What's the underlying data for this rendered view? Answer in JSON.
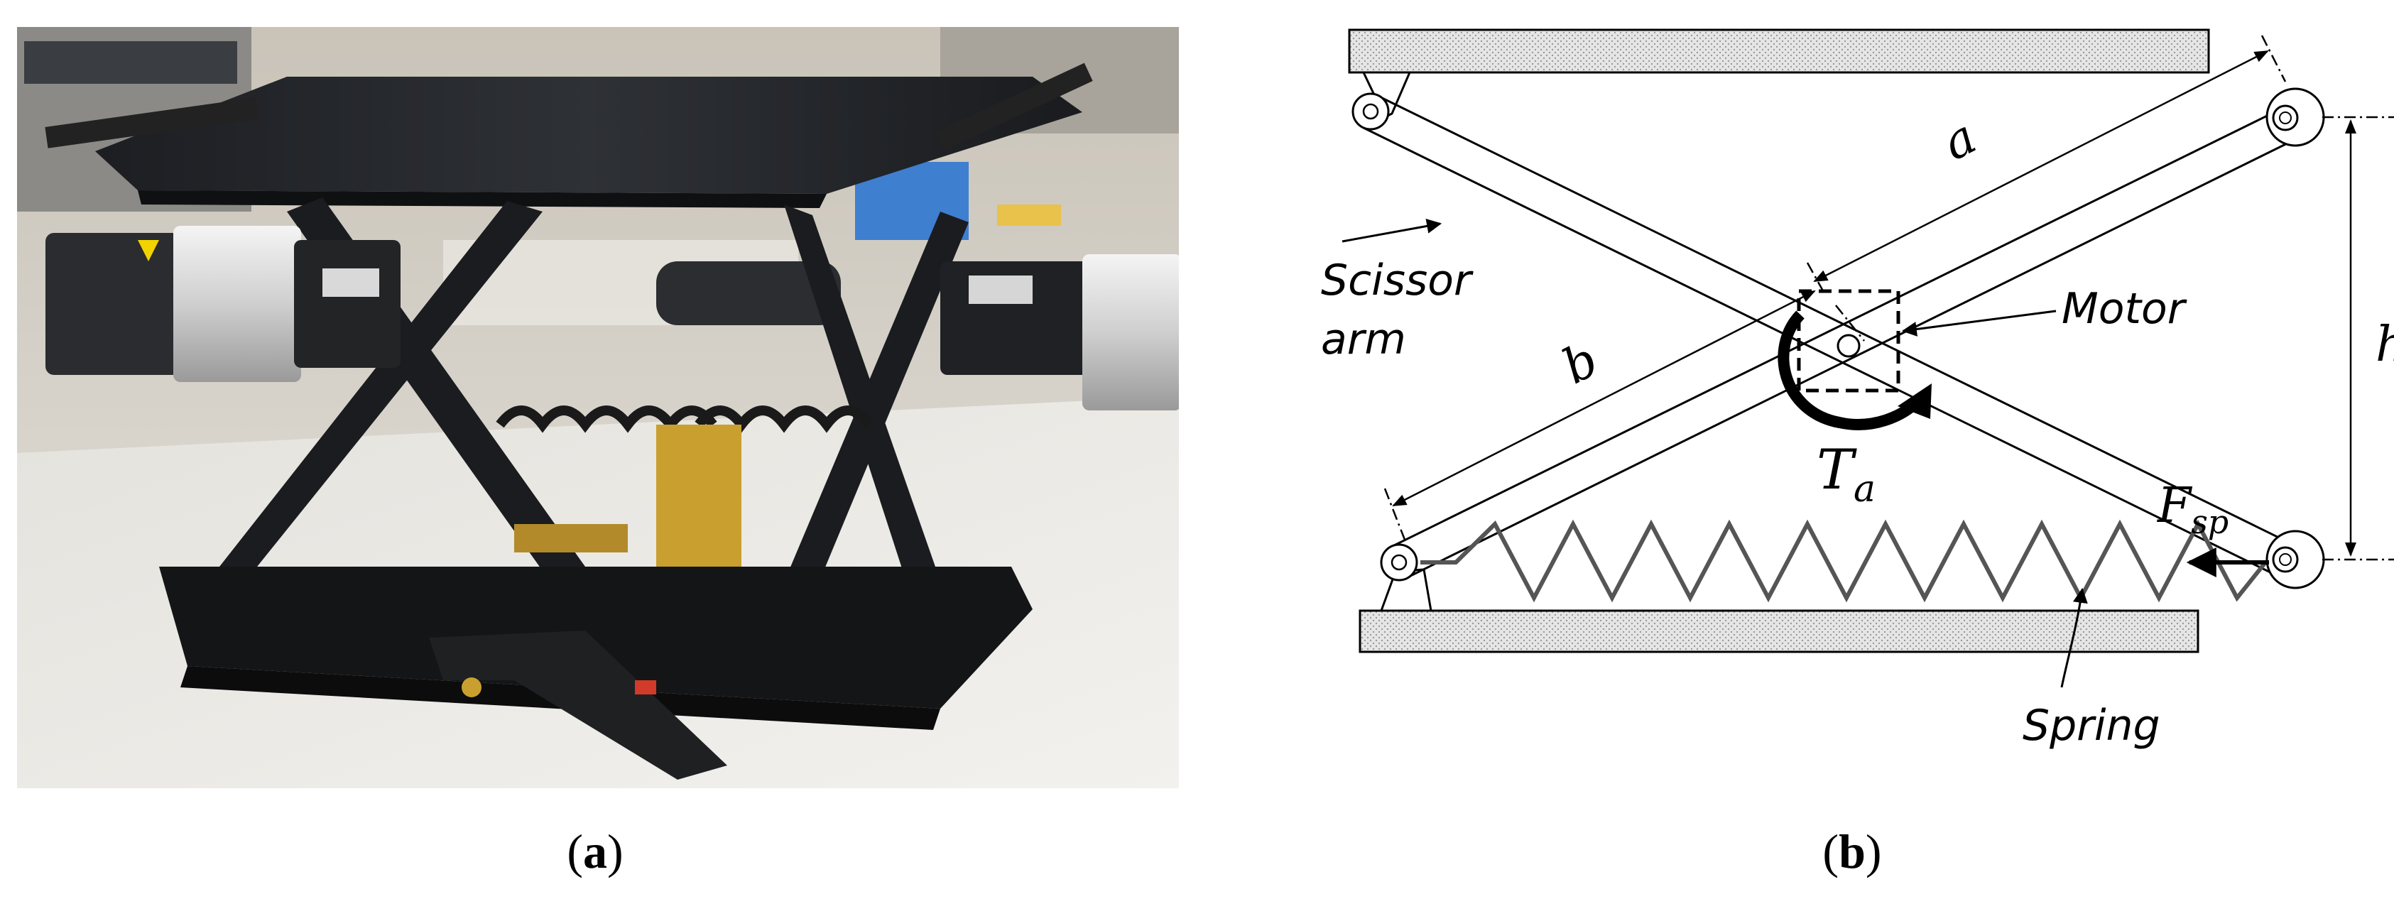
{
  "captions": {
    "a_letter": "a",
    "b_letter": "b"
  },
  "diagram": {
    "labels": {
      "scissor": "Scissor",
      "arm": "arm",
      "motor": "Motor",
      "spring": "Spring",
      "a": "a",
      "b": "b",
      "h": "h",
      "torque": "T",
      "torque_sub": "a",
      "force": "F",
      "force_sub": "sp"
    }
  }
}
